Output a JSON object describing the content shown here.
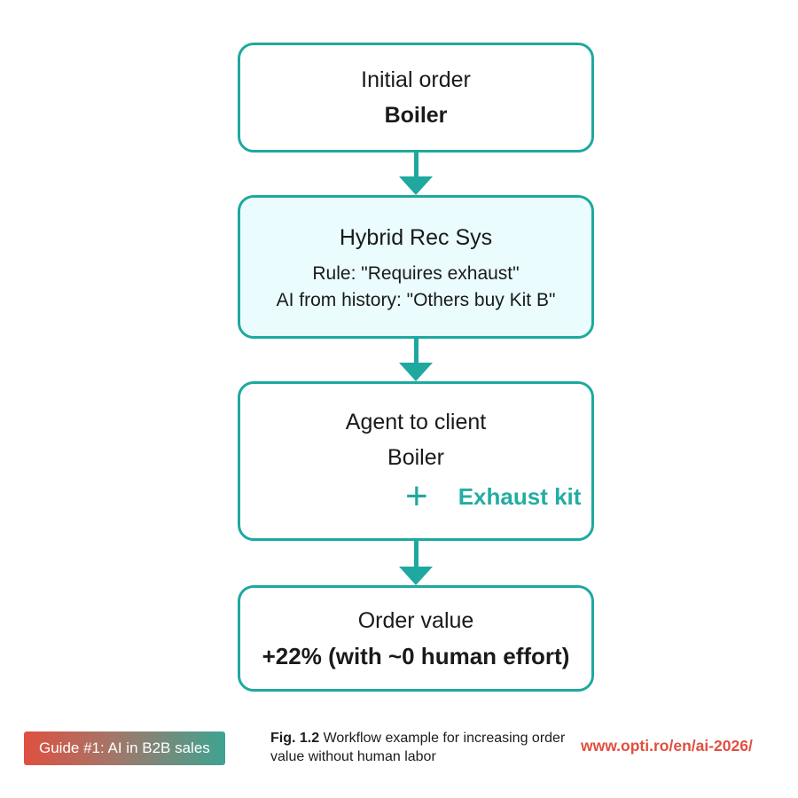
{
  "colors": {
    "teal_border": "#1fa8a0",
    "teal_text": "#22ada3",
    "box2_fill": "#eafcfe",
    "accent_red": "#e0503f",
    "badge_gradient_start": "#df5040",
    "badge_gradient_end": "#3ea391",
    "text": "#1a1a1a",
    "background": "#ffffff"
  },
  "flow": {
    "boxes": [
      {
        "id": "initial-order",
        "title": "Initial order",
        "bold_line": "Boiler"
      },
      {
        "id": "hybrid-rec-sys",
        "title": "Hybrid Rec Sys",
        "line1": "Rule: \"Requires exhaust\"",
        "line2": "AI from history: \"Others buy Kit B\""
      },
      {
        "id": "agent-to-client",
        "title": "Agent to client",
        "line": "Boiler",
        "plus_sign": "+",
        "highlight": "Exhaust kit"
      },
      {
        "id": "order-value",
        "title": "Order value",
        "bold_line": "+22% (with ~0 human effort)"
      }
    ]
  },
  "footer": {
    "badge_label": "Guide #1: AI in B2B sales",
    "caption_prefix": "Fig. 1.2",
    "caption_text": " Workflow example for increasing order value without human labor",
    "url": "www.opti.ro/en/ai-2026/"
  }
}
